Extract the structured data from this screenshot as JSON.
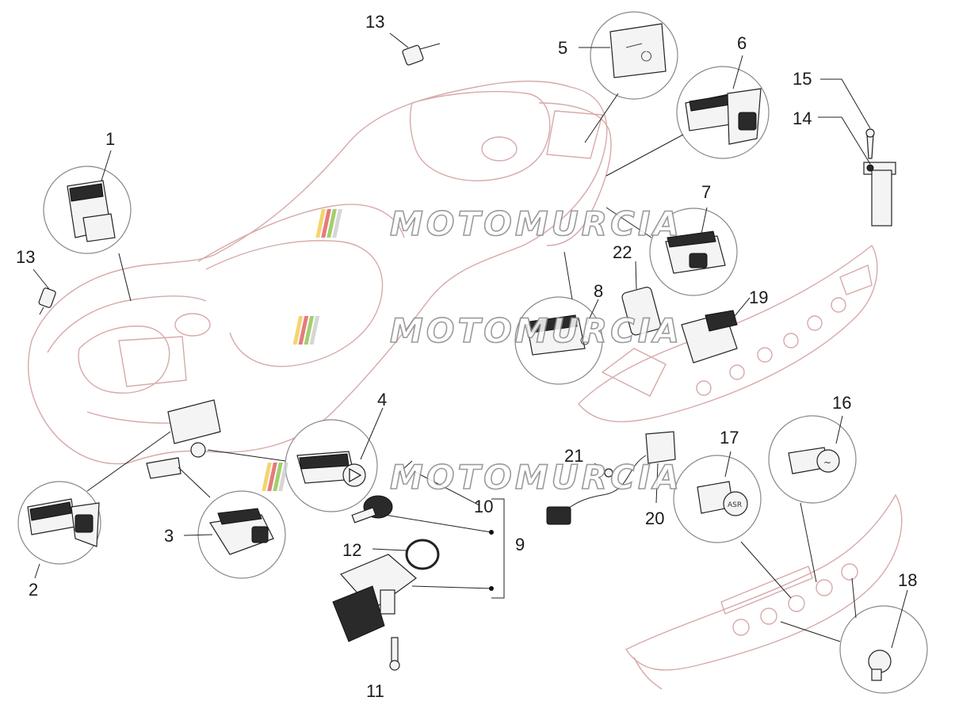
{
  "watermark": {
    "text": "MOTOMURCIA",
    "stripe_colors": [
      "#f2c94c",
      "#e05a5a",
      "#8bc34a",
      "#cccccc"
    ]
  },
  "callouts": [
    {
      "id": "c1",
      "text": "1"
    },
    {
      "id": "c2",
      "text": "2"
    },
    {
      "id": "c3",
      "text": "3"
    },
    {
      "id": "c4",
      "text": "4"
    },
    {
      "id": "c5",
      "text": "5"
    },
    {
      "id": "c6",
      "text": "6"
    },
    {
      "id": "c7",
      "text": "7"
    },
    {
      "id": "c8",
      "text": "8"
    },
    {
      "id": "c9",
      "text": "9"
    },
    {
      "id": "c10",
      "text": "10"
    },
    {
      "id": "c11",
      "text": "11"
    },
    {
      "id": "c12",
      "text": "12"
    },
    {
      "id": "c13a",
      "text": "13"
    },
    {
      "id": "c13b",
      "text": "13"
    },
    {
      "id": "c14",
      "text": "14"
    },
    {
      "id": "c15",
      "text": "15"
    },
    {
      "id": "c16",
      "text": "16"
    },
    {
      "id": "c17",
      "text": "17"
    },
    {
      "id": "c18",
      "text": "18"
    },
    {
      "id": "c19",
      "text": "19"
    },
    {
      "id": "c20",
      "text": "20"
    },
    {
      "id": "c21",
      "text": "21"
    },
    {
      "id": "c22",
      "text": "22"
    }
  ],
  "icons": [
    "hazard-triangle-icon",
    "asr-switch-icon",
    "heated-grip-icon"
  ],
  "part_markings": {
    "asr": "ASR"
  }
}
